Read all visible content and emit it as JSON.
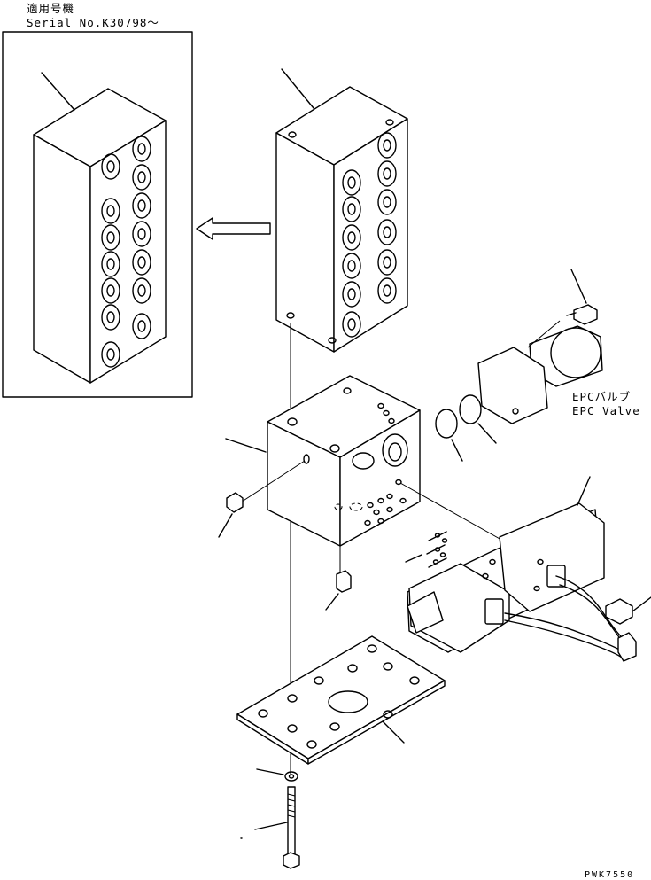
{
  "applicable": {
    "label": "適用号機",
    "serial": "Serial No.K30798～"
  },
  "epc_valve": {
    "label_jp": "EPCバルブ",
    "label_en": "EPC Valve"
  },
  "drawing_code": "PWK7550"
}
